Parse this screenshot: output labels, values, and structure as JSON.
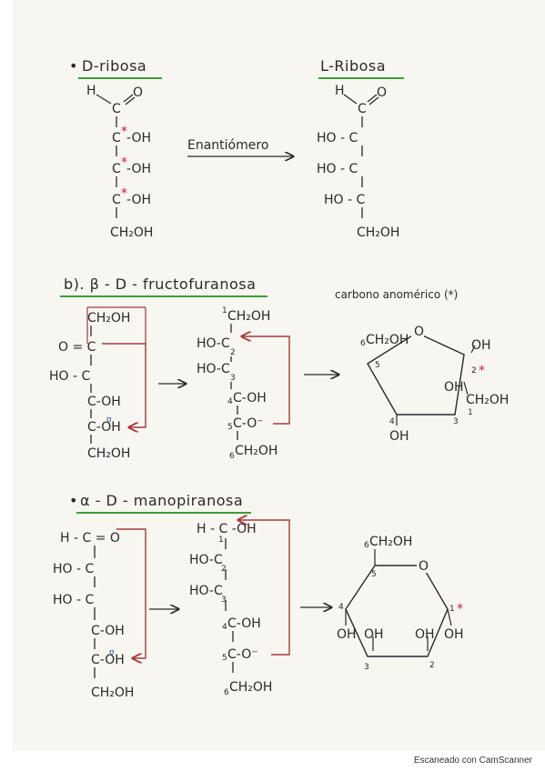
{
  "colors": {
    "ink": "#2a2a2a",
    "underline_green": "#3f9a3c",
    "frame_red": "#a33a3a",
    "star_magenta": "#c2185b",
    "blue_mark": "#3057a8"
  },
  "section1": {
    "bullet": "•",
    "title_left": "D-ribosa",
    "title_right": "L-Ribosa",
    "arrow_label": "Enantiómero",
    "d_ribose": {
      "h": "H",
      "o": "O",
      "c1": "C",
      "c2": "C",
      "c3": "C",
      "c4": "C",
      "oh2": "-OH",
      "oh3": "-OH",
      "oh4": "-OH",
      "ch2oh": "CH₂OH",
      "star": "*"
    },
    "l_ribose": {
      "h": "H",
      "o": "O",
      "c1": "C",
      "ho2": "HO - C",
      "ho3": "HO - C",
      "ho4": "HO - C",
      "ch2oh": "CH₂OH"
    }
  },
  "section2": {
    "title": "b). β - D - fructofuranosa",
    "note": "carbono anomérico (*)",
    "open": {
      "ch2oh_top": "CH₂OH",
      "co": "O = C",
      "ho": "HO - C",
      "c_oh1": "C-OH",
      "c_oh2": "C-OH",
      "ch2oh_bottom": "CH₂OH"
    },
    "intermediate": {
      "ch2oh_top": "CH₂OH",
      "ho_c2": "HO-C",
      "ho_c3": "HO-C",
      "c_oh": "C-OH",
      "c_o": "C-O⁻",
      "ch2oh_bottom": "CH₂OH",
      "n1": "1",
      "n2": "2",
      "n3": "3",
      "n4": "4",
      "n5": "5",
      "n6": "6"
    },
    "ring": {
      "o": "O",
      "ch2oh_top": "CH₂OH",
      "n6": "6",
      "n5": "5",
      "oh_right": "OH",
      "n2": "2",
      "star": "*",
      "oh_c3": "OH",
      "ch2oh_right": "CH₂OH",
      "n1": "1",
      "n3": "3",
      "n4": "4",
      "oh_bottom": "OH"
    }
  },
  "section3": {
    "bullet": "•",
    "title": "α - D - manopiranosa",
    "open": {
      "hco": "H - C = O",
      "ho1": "HO - C",
      "ho2": "HO - C",
      "c_oh1": "C-OH",
      "c_oh2": "C-OH",
      "ch2oh": "CH₂OH"
    },
    "intermediate": {
      "h_c_oh": "H - C -OH",
      "ho_c2": "HO-C",
      "ho_c3": "HO-C",
      "c_oh": "C-OH",
      "c_o": "C-O⁻",
      "ch2oh": "CH₂OH",
      "n1": "1",
      "n2": "2",
      "n3": "3",
      "n4": "4",
      "n5": "5",
      "n6": "6"
    },
    "ring": {
      "ch2oh": "CH₂OH",
      "n6": "6",
      "n5": "5",
      "o": "O",
      "n4": "4",
      "n1": "1",
      "star": "*",
      "oh_c4": "OH",
      "oh_c3": "OH",
      "oh_c2": "OH",
      "oh_c1": "OH",
      "n3": "3",
      "n2": "2"
    }
  },
  "footer": "Escaneado con CamScanner"
}
